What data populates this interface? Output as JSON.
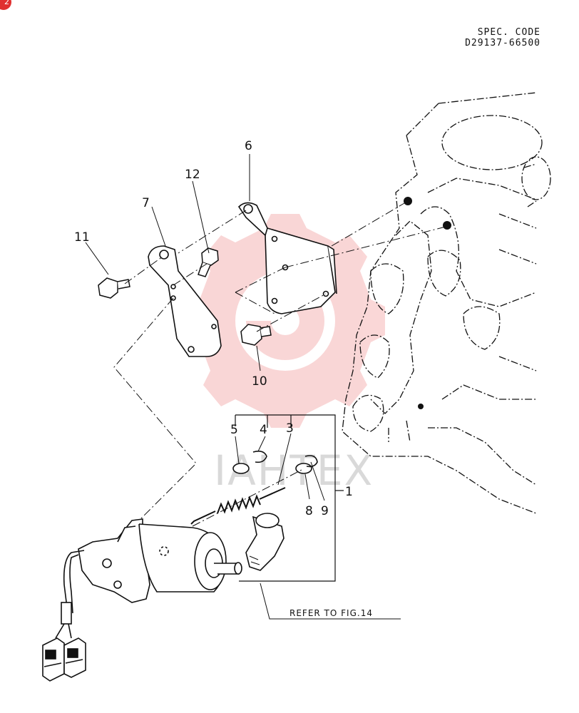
{
  "corner_badge": "2",
  "spec": {
    "line1": "SPEC. CODE",
    "line2": "D29137-66500"
  },
  "callouts": {
    "c1": "1",
    "c3": "3",
    "c4": "4",
    "c5": "5",
    "c6": "6",
    "c7": "7",
    "c8": "8",
    "c9": "9",
    "c10": "10",
    "c11": "11",
    "c12": "12"
  },
  "refer_note": "REFER TO FIG.14",
  "watermark": {
    "text": "IAHTEX",
    "color": "#e84a4a"
  },
  "line_color": "#111111"
}
